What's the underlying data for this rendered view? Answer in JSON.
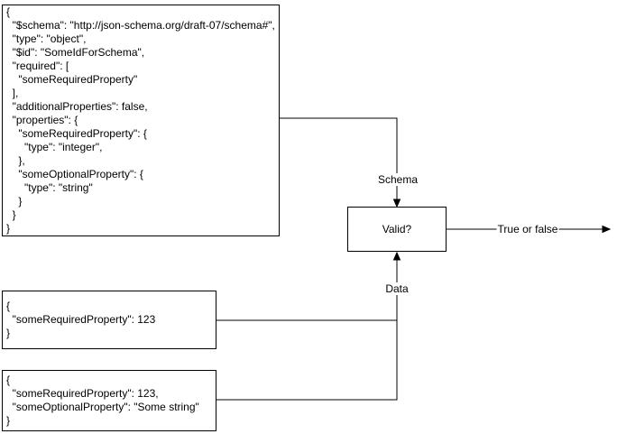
{
  "diagram": {
    "schema_box": {
      "lines": [
        "{",
        "  \"$schema\": \"http://json-schema.org/draft-07/schema#\",",
        "  \"type\": \"object\",",
        "  \"$id\": \"SomeIdForSchema\",",
        "  \"required\": [",
        "    \"someRequiredProperty\"",
        "  ],",
        "  \"additionalProperties\": false,",
        "  \"properties\": {",
        "    \"someRequiredProperty\": {",
        "      \"type\": \"integer\",",
        "    },",
        "    \"someOptionalProperty\": {",
        "      \"type\": \"string\"",
        "    }",
        "  }",
        "}"
      ]
    },
    "valid_box": {
      "label": "Valid?"
    },
    "data_box_1": {
      "lines": [
        "{",
        "  \"someRequiredProperty\": 123",
        "}"
      ]
    },
    "data_box_2": {
      "lines": [
        "{",
        "  \"someRequiredProperty\": 123,",
        "  \"someOptionalProperty\": \"Some string\"",
        "}"
      ]
    },
    "edge_labels": {
      "schema": "Schema",
      "data": "Data",
      "result": "True or false"
    },
    "colors": {
      "stroke": "#000000",
      "background": "#ffffff",
      "text": "#000000"
    }
  }
}
